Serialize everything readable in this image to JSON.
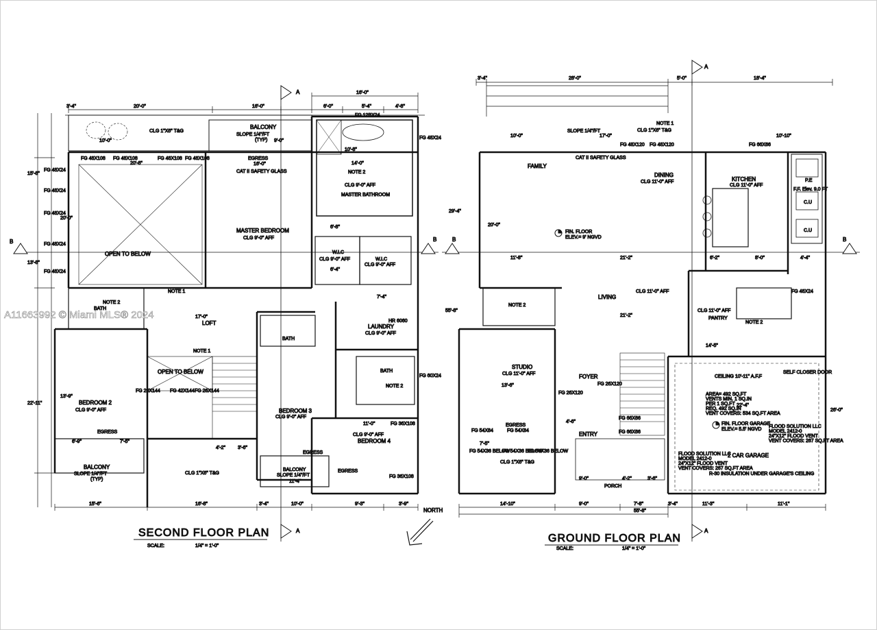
{
  "watermark": "A11663992 © Miami MLS® 2024",
  "second_floor": {
    "title": "SECOND FLOOR PLAN",
    "scale_label": "SCALE:",
    "scale_value": "1/4\" = 1'-0\"",
    "rooms": {
      "open_to_below_1": "OPEN TO BELOW",
      "master_bedroom": "MASTER BEDROOM",
      "master_bedroom_clg": "CLG 9'-0\" AFF",
      "master_bathroom": "MASTER BATHROOM",
      "master_bath_clg": "CLG 9'-0\" AFF",
      "balcony_top": "BALCONY",
      "balcony_top_slope": "SLOPE 1/4\"/FT",
      "balcony_top_typ": "(TYP)",
      "clg_tg": "CLG 1\"X6\" T&G",
      "wic": "W.I.C",
      "wic_clg_1": "CLG 9'-0\" AFF",
      "wic_2": "W.I.C",
      "wic_clg_2": "CLG 9'-0\" AFF",
      "loft": "LOFT",
      "loft_clg": "17'-0\"",
      "laundry": "LAUNDRY",
      "laundry_clg": "CLG 9'-0\" AFF",
      "hr": "HR 6060",
      "open_to_below_2": "OPEN TO BELOW",
      "bedroom_2": "BEDROOM 2",
      "bedroom_2_clg": "CLG 9'-0\" AFF",
      "bedroom_3": "BEDROOM 3",
      "bedroom_3_clg": "CLG 9'-0\" AFF",
      "bedroom_4": "BEDROOM 4",
      "bedroom_4_clg": "CLG 9'-0\" AFF",
      "balcony_left": "BALCONY",
      "balcony_left_slope": "SLOPE 1/4\"/FT",
      "balcony_left_typ": "(TYP)",
      "balcony_mid": "BALCONY",
      "balcony_mid_slope": "SLOPE 1/4\"/FT",
      "bath_1": "BATH",
      "bath_2": "BATH",
      "bath_3": "BATH",
      "egress_1": "EGRESS",
      "egress_2": "EGRESS",
      "egress_3": "EGRESS",
      "egress_4": "EGRESS",
      "note_1a": "NOTE 1",
      "note_1b": "NOTE 1",
      "note_2a": "NOTE 2",
      "note_2b": "NOTE 2",
      "note_2c": "NOTE 2",
      "clg_tg_bottom": "CLG 1\"X6\" T&G",
      "safety_glass": "CAT II SAFETY GLASS"
    },
    "window_tags": [
      "FG 48X108",
      "FG 48X108",
      "FG 48X108",
      "FG 48X108",
      "FG 48X24",
      "FG 48X24",
      "FG 48X24",
      "FG 48X24",
      "FG 48X24",
      "FG 12BX24",
      "FG 48X24",
      "FG 26X144",
      "FG 42X144",
      "FG 26X144",
      "FG 60X24",
      "FG 36X108",
      "FG 36X108"
    ],
    "dimensions_top": [
      "20'-0\"",
      "16'-0\"",
      "16'-0\"",
      "6'-0\"",
      "5'-4\"",
      "4'-8\"",
      "3'-4\""
    ],
    "dimensions_bottom": [
      "15'-6\"",
      "16'-8\"",
      "3'-4\"",
      "10'-0\"",
      "9'-3\"",
      "3'-9\""
    ],
    "dimensions_inner": [
      "20'-8\"",
      "17'-0\"",
      "10'-0\"",
      "16'-0\"",
      "9'-0\"",
      "14'-0\"",
      "10'-8\"",
      "6'-8\"",
      "6'-4\"",
      "7'-4\"",
      "11'-0\"",
      "13'-9\"",
      "22'-11\"",
      "15'-8\"",
      "13'-8\"",
      "20'-0\"",
      "7'-5\"",
      "6'-9\"",
      "4'-2\"",
      "3'-6\"",
      "11'-4\""
    ],
    "section_marks": [
      "A",
      "A",
      "B",
      "B"
    ]
  },
  "ground_floor": {
    "title": "GROUND FLOOR PLAN",
    "scale_label": "SCALE:",
    "scale_value": "1/4\" = 1'-0\"",
    "rooms": {
      "family": "FAMILY",
      "dining": "DINING",
      "dining_clg": "CLG 11'-0\" AFF",
      "kitchen": "KITCHEN",
      "kitchen_clg": "CLG 11'-0\" AFF",
      "living": "LIVING",
      "living_clg": "CLG 11'-0\" AFF",
      "studio": "STUDIO",
      "studio_clg": "CLG 11'-0\" AFF",
      "foyer": "FOYER",
      "entry": "ENTRY",
      "porch": "PORCH",
      "pantry": "PANTRY",
      "pantry_clg": "CLG 11'-0\" AFF",
      "garage": "2 CAR GARAGE",
      "garage_ceiling": "CEILING 10'-11\" A.F.F",
      "fin_floor": "FIN. FLOOR",
      "fin_floor_elev": "ELEV.= 9' NGVD",
      "fin_floor_garage": "FIN. FLOOR GARAGE",
      "fin_floor_garage_elev": "ELEV.= 5.5' NGVD",
      "pe": "P.E",
      "ff_elev": "F.F. Elev. 9.0 FT",
      "cu_1": "C.U",
      "cu_2": "C.U",
      "note_1": "NOTE 1",
      "note_2a": "NOTE 2",
      "note_2b": "NOTE 2",
      "slope": "SLOPE 1/4\"/FT",
      "clg_tg": "CLG 1\"X6\" T&G",
      "clg_tg_bottom": "CLG 1\"X6\" T&G",
      "self_closer": "SELF CLOSER DOOR",
      "egress": "EGRESS",
      "garage_area": "AREA= 492 SQ.FT",
      "vents_main": "VENTS MIN. 1 SQ.IN",
      "per": "PER 1 SQ.FT",
      "req": "REQ. 492 SQ.IN",
      "vent_covers": "VENT COVERS: 534 SQ.FT AREA",
      "flood_1": "FLOOD SOLUTION LLC",
      "flood_1_model": "MODEL 2412-0",
      "flood_1_size": "24\"X12\" FLOOD VENT",
      "flood_1_area": "VENT COVERS: 267 SQ.FT AREA",
      "flood_2": "FLOOD SOLUTION LLC",
      "flood_2_model": "MODEL 2412-0",
      "flood_2_size": "24\"X12\" FLOOD VENT",
      "flood_2_area": "VENT COVERS: 267 SQ.FT AREA",
      "insulation": "R-30 INSULATION UNDER GARAGE'S CEILING",
      "safety_glass": "CAT II SAFETY GLASS"
    },
    "window_tags": [
      "FG 48X120",
      "FG 48X120",
      "FG 66X66",
      "FG 48X24",
      "FG 54X84",
      "FG 54X84",
      "FG 26X120",
      "FG 26X120",
      "FG 66X66",
      "FG 66X66",
      "FG 54X36 BELOW",
      "FG 54X36 BELOW",
      "FG 54X36 BELOW"
    ],
    "dimensions_top": [
      "3'-4\"",
      "28'-0\"",
      "5'-0\"",
      "18'-4\"",
      "10'-0\"",
      "17'-0\"",
      "10'-10\""
    ],
    "dimensions_bottom": [
      "14'-10\"",
      "9'-0\"",
      "7'-8\"",
      "3'-4\"",
      "11'-3\"",
      "11'-1\"",
      "55'-8\""
    ],
    "dimensions_inner": [
      "11'-8\"",
      "21'-2\"",
      "21'-2\"",
      "6'-2\"",
      "8'-0\"",
      "4'-4\"",
      "14'-5\"",
      "22'-4\"",
      "9'-0\"",
      "4'-2\"",
      "3'-6\"",
      "4'-6\"",
      "13'-6\"",
      "7'-5\"",
      "20'-0\"",
      "26'-0\"",
      "29'-4\"",
      "55'-8\""
    ],
    "section_marks": [
      "A",
      "A",
      "B",
      "B"
    ],
    "north": "NORTH"
  }
}
